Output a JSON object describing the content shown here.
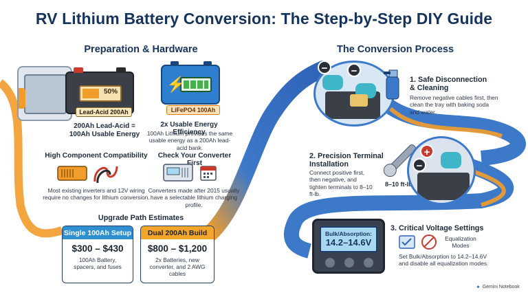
{
  "title": "RV Lithium Battery Conversion: The Step-by-Step DIY Guide",
  "left": {
    "heading": "Preparation & Hardware",
    "lead_acid": {
      "gauge": "50%",
      "label": "Lead-Acid 200Ah"
    },
    "lifepo4": {
      "label": "LiFePO4 100Ah"
    },
    "cap_lead": "200Ah Lead-Acid =\n100Ah Usable Energy",
    "cap_eff_title": "2x Usable Energy Efficiency",
    "cap_eff_text": "100Ah Lithium provides the same usable energy as a 200Ah lead-acid bank.",
    "compat_title": "High Component Compatibility",
    "compat_text": "Most existing inverters and 12V wiring require no changes for lithium conversion.",
    "conv_title": "Check Your Converter First",
    "conv_text": "Converters made after 2015 usually have a selectable lithium charging profile.",
    "upgrade_title": "Upgrade Path Estimates",
    "card1": {
      "title": "Single 100Ah Setup",
      "price": "$300 – $430",
      "text": "100Ah Battery, spacers, and fuses"
    },
    "card2": {
      "title": "Dual 200Ah Build",
      "price": "$800 – $1,200",
      "text": "2x Batteries, new converter, and 2 AWG cables"
    }
  },
  "right": {
    "heading": "The Conversion Process",
    "step1": {
      "title": "1. Safe Disconnection\n& Cleaning",
      "text": "Remove negative cables first, then clean the tray with baking soda and water."
    },
    "step2": {
      "title": "2. Precision Terminal\nInstallation",
      "text": "Connect positive first, then negative, and tighten terminals to 8–10 ft-lb.",
      "torque": "8–10 ft-lb"
    },
    "step3": {
      "title": "3. Critical Voltage Settings",
      "display_label": "Bulk/Absorption:",
      "display_value": "14.2–14.6V",
      "eq_label": "Equalization\nModes",
      "text": "Set Bulk/Absorption to 14.2–14.6V and disable all equalization modes."
    }
  },
  "footer": {
    "brand": "Gemini Notebook"
  },
  "colors": {
    "navy": "#16335c",
    "blue_card": "#2f8fd0",
    "orange_card": "#f4a62a",
    "path_blue": "#3d79c9",
    "path_orange": "#f29c2b"
  }
}
